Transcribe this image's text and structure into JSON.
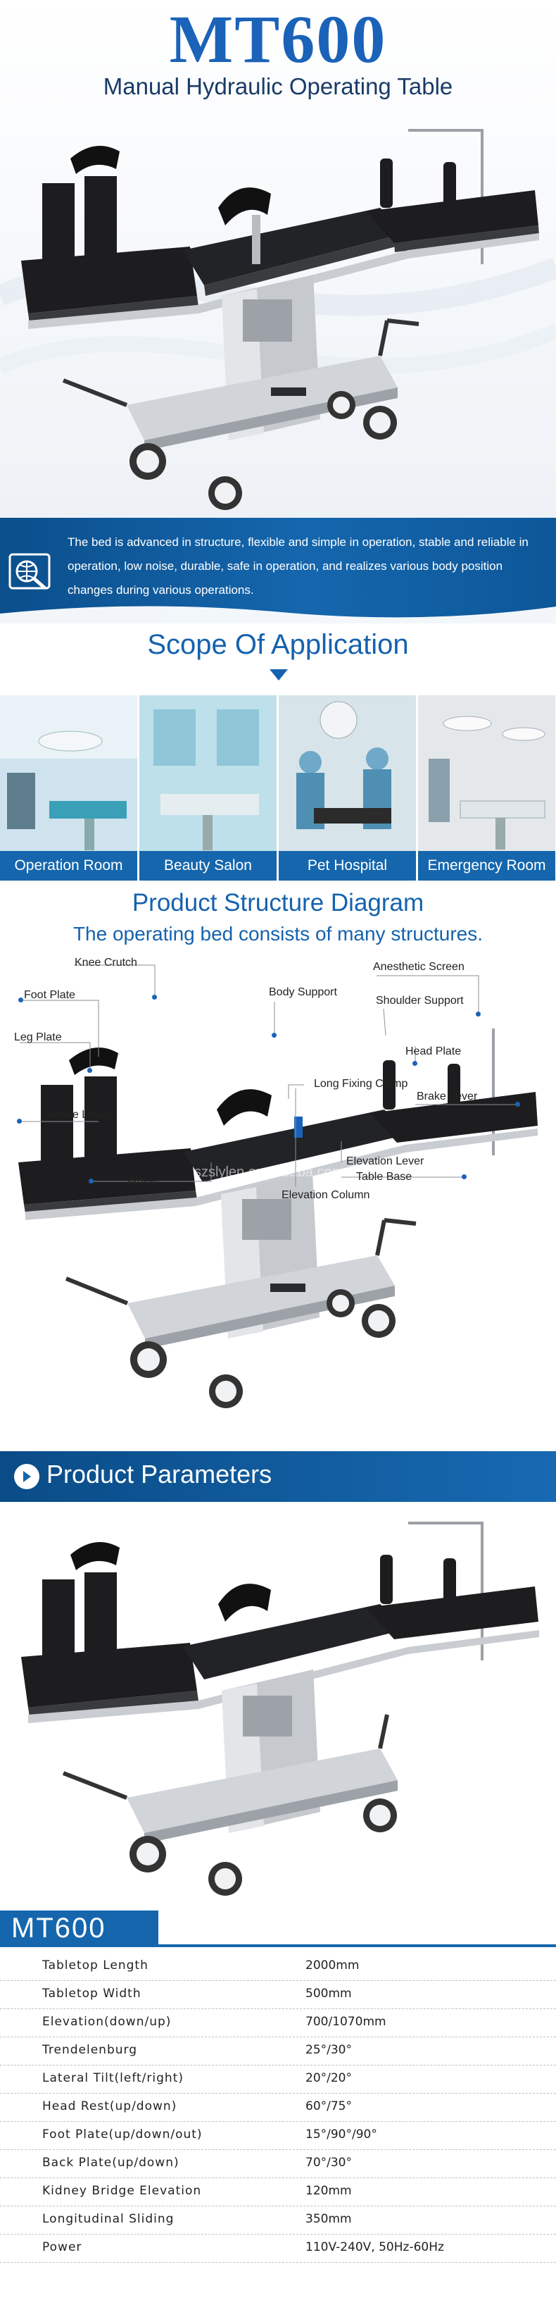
{
  "hero": {
    "title": "MT600",
    "subtitle": "Manual Hydraulic Operating Table"
  },
  "intro": {
    "icon": "search-globe-icon",
    "text": "The bed is advanced in structure, flexible and simple in operation, stable and reliable in operation, low noise, durable, safe in operation, and realizes various body position changes during various operations."
  },
  "scope": {
    "title": "Scope Of Application",
    "items": [
      {
        "label": "Operation Room"
      },
      {
        "label": "Beauty Salon"
      },
      {
        "label": "Pet Hospital"
      },
      {
        "label": "Emergency Room"
      }
    ]
  },
  "structure": {
    "title": "Product Structure Diagram",
    "subtitle": "The operating bed consists of many structures.",
    "watermark": "szslylen.en.alibaba.com",
    "labels": {
      "knee_crutch": "Knee Crutch",
      "foot_plate": "Foot Plate",
      "leg_plate": "Leg Plate",
      "body_support": "Body Support",
      "anesthetic_screen": "Anesthetic Screen",
      "shoulder_support": "Shoulder Support",
      "head_plate": "Head Plate",
      "long_fixing_clamp": "Long Fixing Clamp",
      "brake_lever_left": "Brake Lever",
      "brake_lever_right": "Brake Lever",
      "elevation_lever": "Elevation Lever",
      "table_base": "Table Base",
      "wheel": "Wheel",
      "elevation_column": "Elevation Column"
    }
  },
  "params": {
    "title": "Product Parameters",
    "model": "MT600",
    "rows": [
      {
        "key": "Tabletop Length",
        "value": "2000mm"
      },
      {
        "key": "Tabletop Width",
        "value": "500mm"
      },
      {
        "key": "Elevation(down/up)",
        "value": "700/1070mm"
      },
      {
        "key": "Trendelenburg",
        "value": "25°/30°"
      },
      {
        "key": "Lateral Tilt(left/right)",
        "value": "20°/20°"
      },
      {
        "key": "Head Rest(up/down)",
        "value": "60°/75°"
      },
      {
        "key": "Foot Plate(up/down/out)",
        "value": "15°/90°/90°"
      },
      {
        "key": "Back Plate(up/down)",
        "value": "70°/30°"
      },
      {
        "key": "Kidney Bridge Elevation",
        "value": "120mm"
      },
      {
        "key": "Longitudinal Sliding",
        "value": "350mm"
      },
      {
        "key": "Power",
        "value": "110V-240V, 50Hz-60Hz"
      }
    ]
  },
  "colors": {
    "brand": "#1566ad",
    "title": "#1a63b8",
    "pad": "#1d1d1f",
    "steel": "#c9ccd1"
  }
}
